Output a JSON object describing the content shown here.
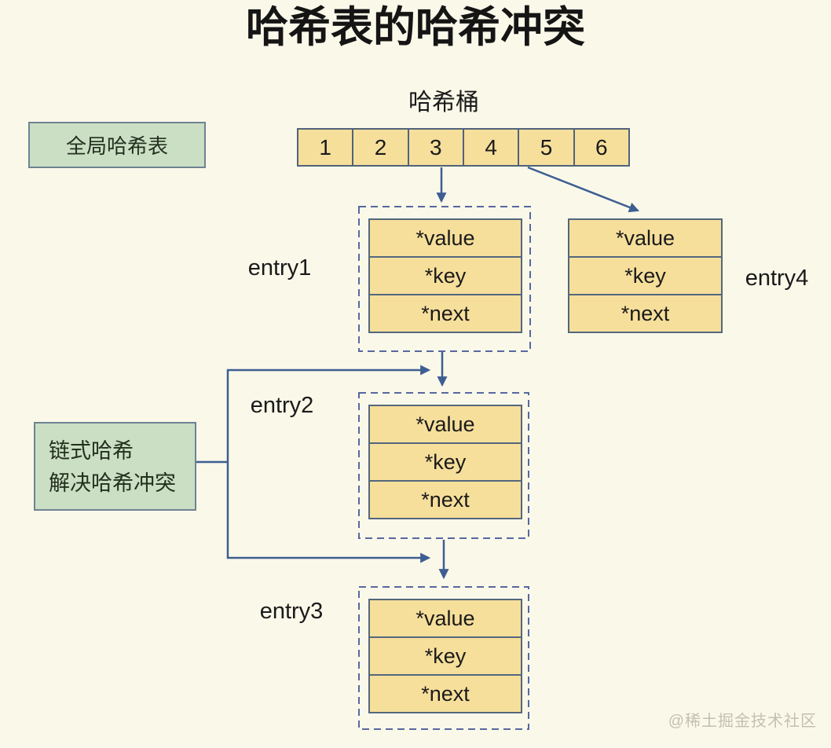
{
  "title": "哈希表的哈希冲突",
  "bucket": {
    "label": "哈希桶",
    "cells": [
      "1",
      "2",
      "3",
      "4",
      "5",
      "6"
    ]
  },
  "annotations": {
    "global_hash_label": "全局哈希表",
    "chain_line1": "链式哈希",
    "chain_line2": "解决哈希冲突"
  },
  "entries": [
    {
      "label": "entry1",
      "fields": [
        "*value",
        "*key",
        "*next"
      ]
    },
    {
      "label": "entry2",
      "fields": [
        "*value",
        "*key",
        "*next"
      ]
    },
    {
      "label": "entry3",
      "fields": [
        "*value",
        "*key",
        "*next"
      ]
    },
    {
      "label": "entry4",
      "fields": [
        "*value",
        "*key",
        "*next"
      ]
    }
  ],
  "watermark": "@稀土掘金技术社区",
  "colors": {
    "background": "#faf8e9",
    "cell_fill": "#f6df9b",
    "cell_border": "#53677d",
    "green_fill": "#cbdfc4",
    "green_border": "#6f8294",
    "dashed_border": "#5768a0",
    "arrow": "#3d5e92",
    "text": "#1a1a1a",
    "watermark": "#c3c0b0"
  }
}
